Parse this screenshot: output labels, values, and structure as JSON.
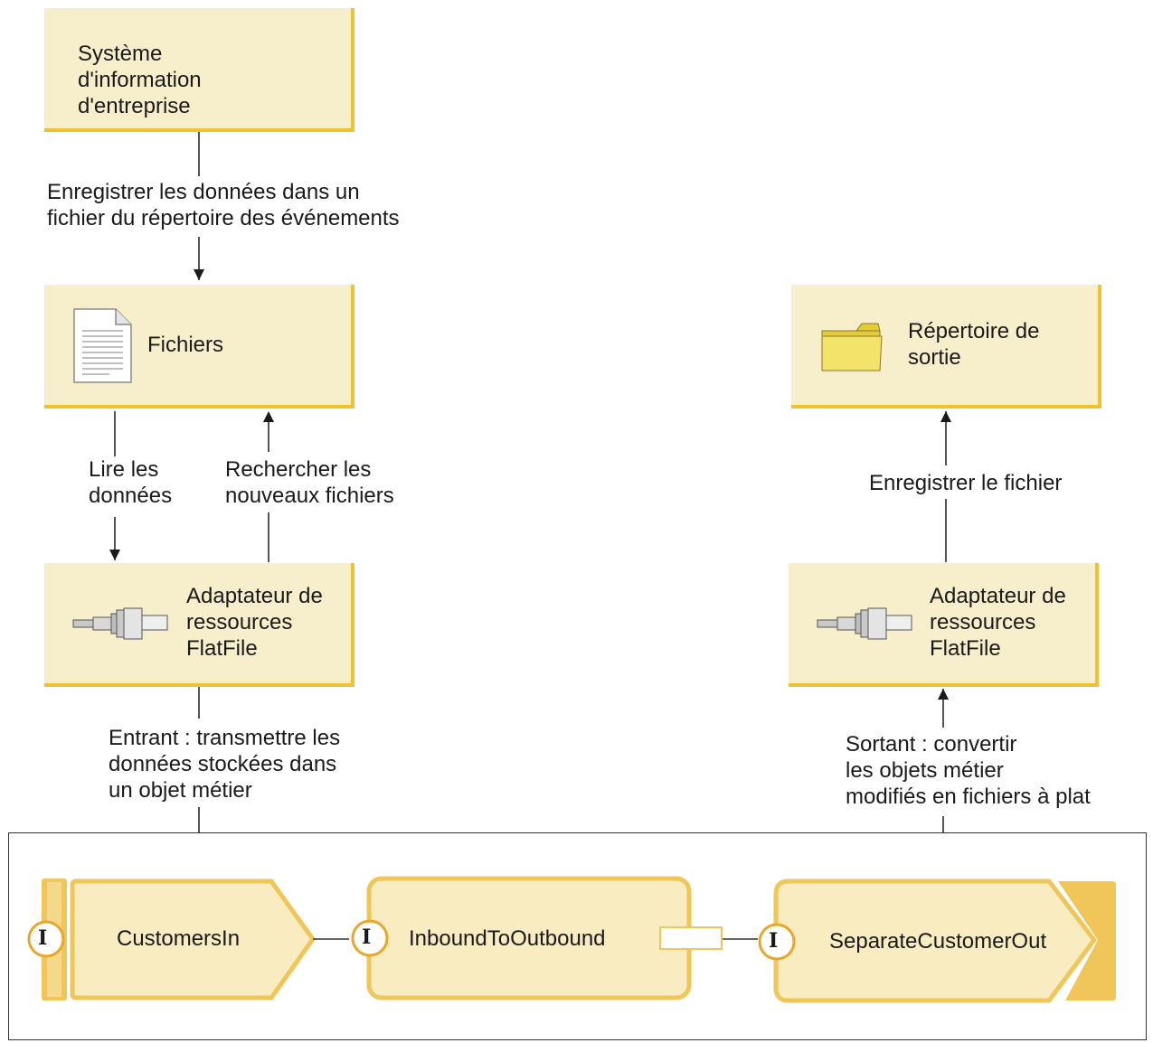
{
  "boxes": {
    "eis": {
      "line1": "Système",
      "line2": "d'information",
      "line3": "d'entreprise"
    },
    "files": {
      "label": "Fichiers",
      "icon": "document-icon"
    },
    "output_dir": {
      "line1": "Répertoire de",
      "line2": "sortie",
      "icon": "folder-icon"
    },
    "adapter_in": {
      "line1": "Adaptateur de",
      "line2": "ressources",
      "line3": "FlatFile",
      "icon": "connector-plug-icon"
    },
    "adapter_out": {
      "line1": "Adaptateur de",
      "line2": "ressources",
      "line3": "FlatFile",
      "icon": "connector-plug-icon"
    }
  },
  "labels": {
    "save_data": {
      "line1": "Enregistrer les données dans un",
      "line2": "fichier du répertoire des événements"
    },
    "read_data": {
      "line1": "Lire les",
      "line2": "données"
    },
    "search_files": {
      "line1": "Rechercher les",
      "line2": "nouveaux fichiers"
    },
    "save_file": {
      "line1": "Enregistrer le fichier"
    },
    "inbound": {
      "line1": "Entrant : transmettre les",
      "line2": "données stockées dans",
      "line3": "un objet métier"
    },
    "outbound": {
      "line1": "Sortant : convertir",
      "line2": "les objets métier",
      "line3": "modifiés en fichiers à plat"
    }
  },
  "components": {
    "customers_in": {
      "label": "CustomersIn",
      "interface": "I"
    },
    "inbound_to_outbound": {
      "label": "InboundToOutbound",
      "interface": "I"
    },
    "separate_customer_out": {
      "label": "SeparateCustomerOut",
      "interface": "I"
    }
  },
  "colors": {
    "box_fill": "#f7efcb",
    "box_border": "#f0c233",
    "component_fill": "#f8ecc0",
    "component_border": "#f0c65a",
    "folder": "#f3e36b"
  }
}
